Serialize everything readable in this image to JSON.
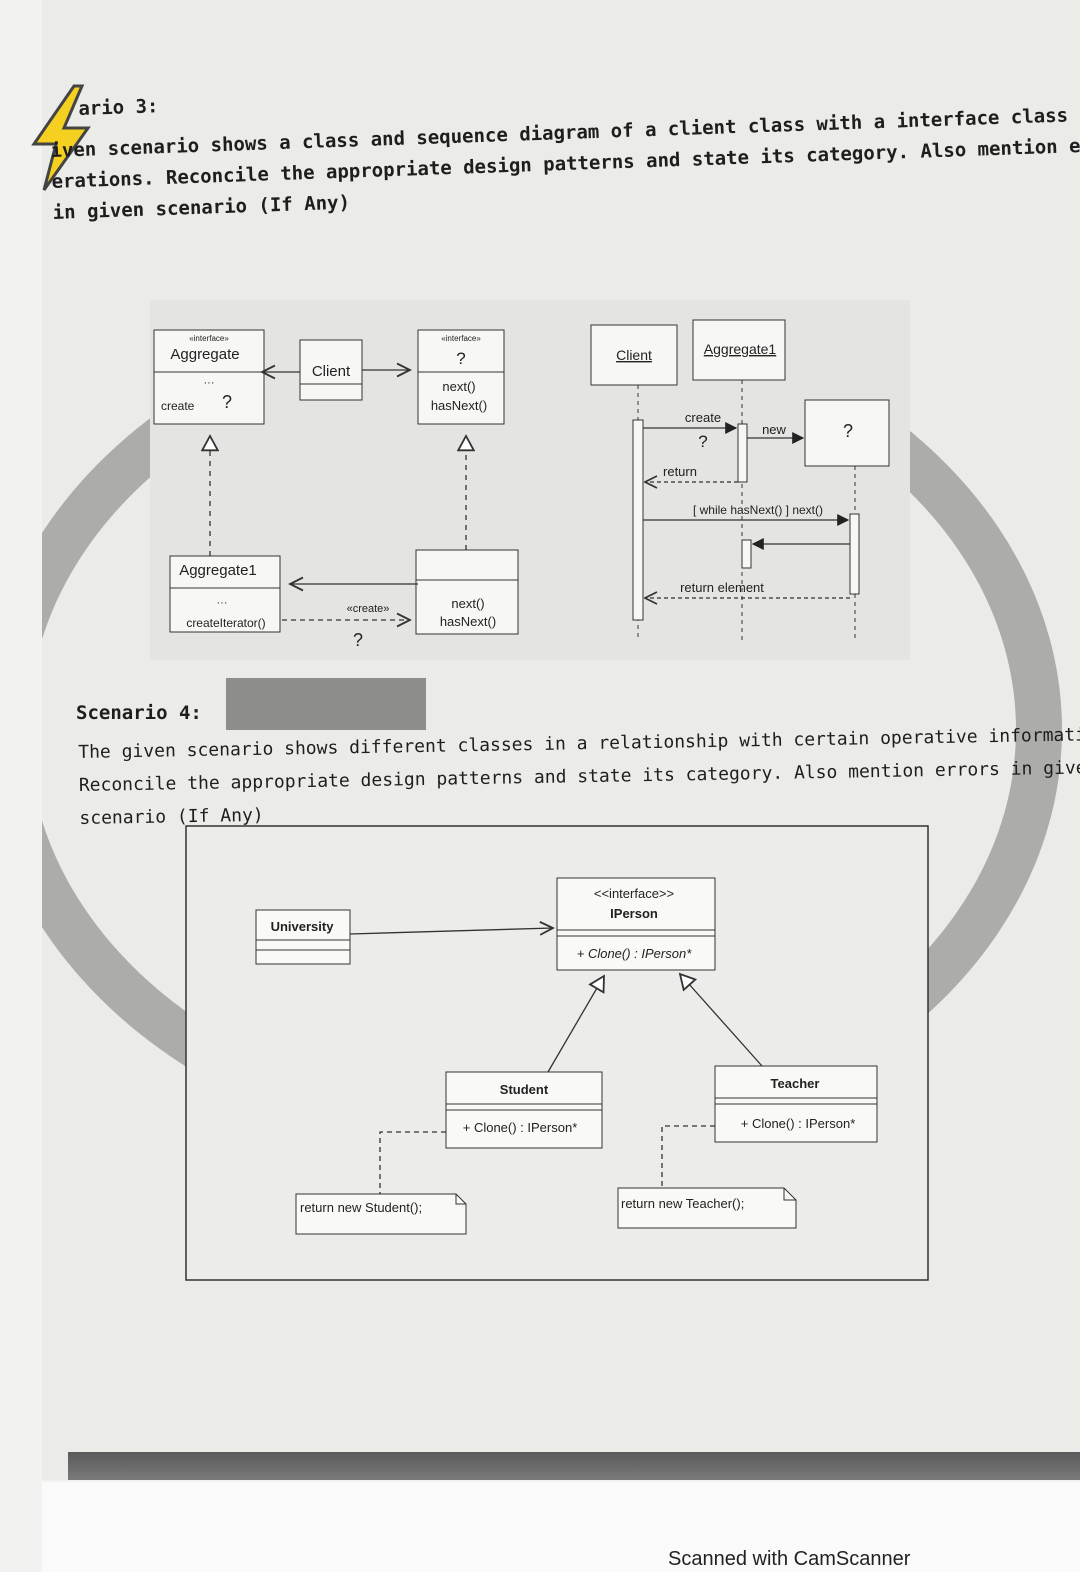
{
  "scenario3": {
    "heading": "ario 3:",
    "lines": [
      "iven scenario shows a class and sequence diagram of a client class with a interface class",
      "erations. Reconcile the appropriate design patterns and state its category. Also mention errors",
      "in given scenario (If Any)"
    ]
  },
  "class_diagram": {
    "aggregate": {
      "stereotype": "«interface»",
      "name": "Aggregate",
      "op_prefix": "create",
      "op_unknown": "?",
      "dots": "···"
    },
    "client": {
      "name": "Client"
    },
    "iterator_iface": {
      "stereotype": "«interface»",
      "name": "?",
      "ops": [
        "next()",
        "hasNext()"
      ]
    },
    "aggregate1": {
      "name": "Aggregate1",
      "dots": "···",
      "op": "createIterator()"
    },
    "concrete_iterator": {
      "ops": [
        "next()",
        "hasNext()"
      ]
    },
    "create_label": "«create»",
    "create_unknown": "?"
  },
  "sequence_diagram": {
    "client": "Client",
    "aggregate1": "Aggregate1",
    "create": "create",
    "create_unknown": "?",
    "return": "return",
    "new": "new",
    "new_target": "?",
    "loop": "[ while hasNext() ] next()",
    "return_element": "return element"
  },
  "scenario4": {
    "heading": "Scenario 4:",
    "lines": [
      "The given scenario shows different classes in a relationship with certain operative information.",
      "Reconcile the appropriate design patterns and state its category. Also mention errors in given",
      "scenario (If Any)"
    ]
  },
  "prototype_diagram": {
    "iperson": {
      "stereotype": "<<interface>>",
      "name": "IPerson",
      "op": "+ Clone() : IPerson*"
    },
    "university": {
      "name": "University"
    },
    "student": {
      "name": "Student",
      "op": "+ Clone() : IPerson*"
    },
    "teacher": {
      "name": "Teacher",
      "op": "+ Clone() : IPerson*"
    },
    "note_student": "return new Student();",
    "note_teacher": "return new Teacher();"
  },
  "watermark": "Scanned with CamScanner"
}
